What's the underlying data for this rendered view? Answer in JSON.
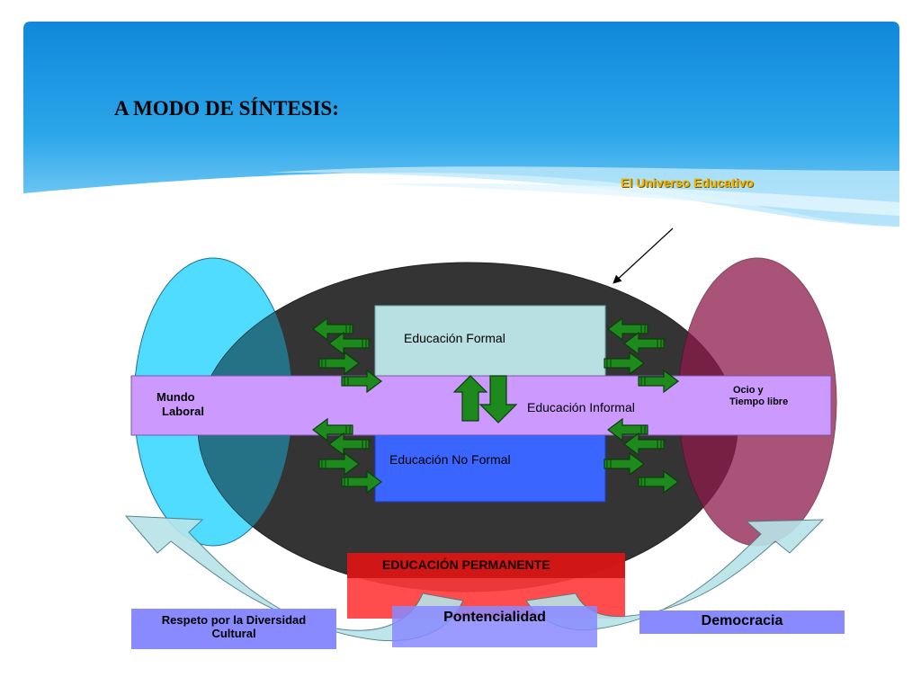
{
  "slide": {
    "title": "A MODO DE SÍNTESIS:",
    "universe_label": "El Universo Educativo"
  },
  "diagram": {
    "formal": "Educación Formal",
    "informal": "Educación Informal",
    "no_formal": "Educación No Formal",
    "left_line1": "Mundo",
    "left_line2": "Laboral",
    "right_line1": "Ocio y",
    "right_line2": "Tiempo libre",
    "permanente": "EDUCACIÓN PERMANENTE",
    "respeto_line1": "Respeto por la Diversidad",
    "respeto_line2": "Cultural",
    "potencialidad": "Pontencialidad",
    "democracia": "Democracia"
  },
  "colors": {
    "header_blue": "#1a8fd8",
    "dark_ellipse": "#343434",
    "cyan_ellipse": "#29d4ff",
    "magenta_ellipse": "#8c1a4a",
    "purple_band": "#cc99ff",
    "formal_box": "#b8dfe2",
    "no_formal_box": "#3a66ff",
    "permanente_box": "#ff3a3a",
    "bottom_labels": "#8a8aff",
    "arrow_green": "#1a7a1a"
  }
}
